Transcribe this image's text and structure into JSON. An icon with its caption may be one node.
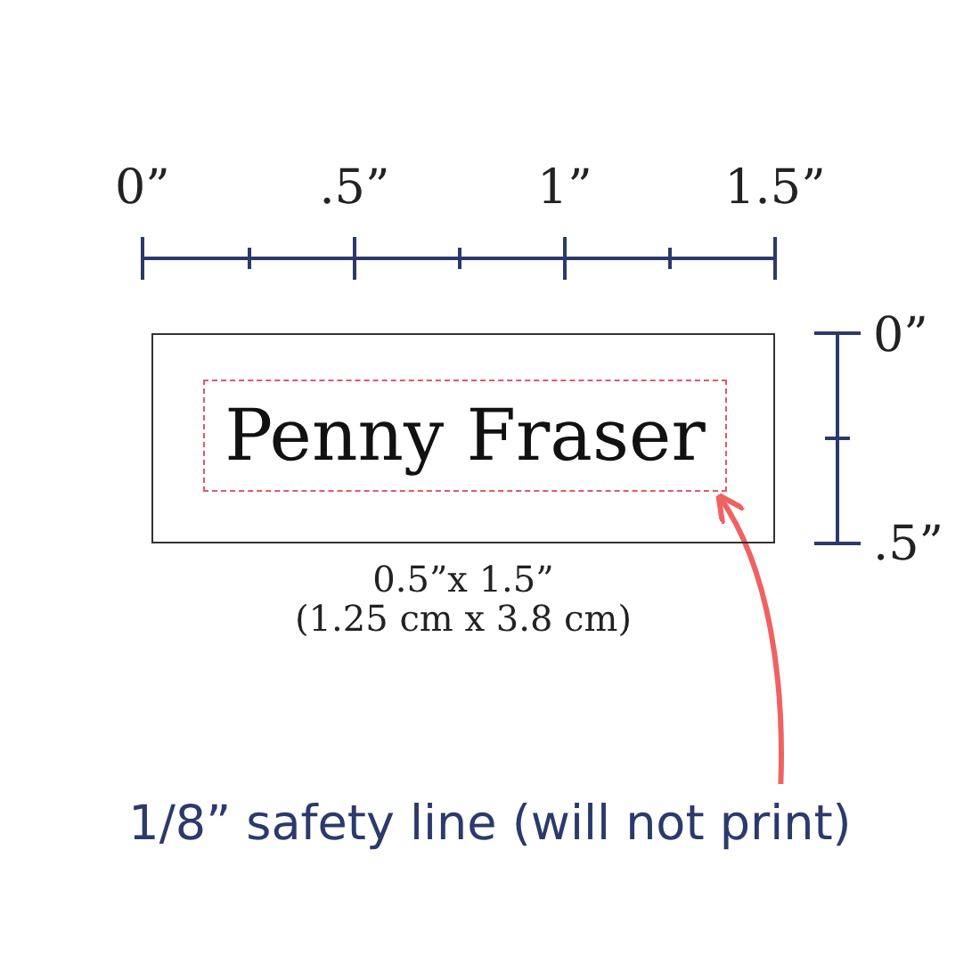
{
  "diagram": {
    "nodes": [
      {
        "text": [],
        "shape": "box"
      },
      {
        "text": [
          "Penny Fraser"
        ],
        "in": 0
      },
      {
        "text": [
          "1/8” safety line (will not print)"
        ]
      }
    ],
    "edges": [
      {
        "from": 2,
        "to": 1,
        "arrow": "to"
      }
    ],
    "labels": [
      "0”",
      ".5”",
      "1”",
      "1.5”",
      "0”",
      ".5”",
      "0.5”x 1.5”",
      "(1.25 cm x 3.8 cm)"
    ]
  }
}
